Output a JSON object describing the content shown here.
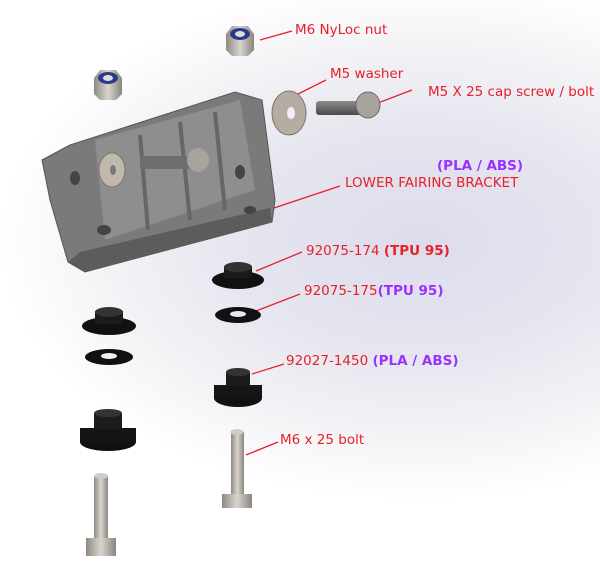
{
  "colors": {
    "label": "#e8202a",
    "material_purple": "#9b30ff",
    "material_red": "#e8202a"
  },
  "labels": {
    "nyloc_nut": "M6 NyLoc nut",
    "m5_washer": "M5 washer",
    "cap_screw": "M5 X 25 cap screw / bolt",
    "bracket_material": "(PLA / ABS)",
    "bracket": "LOWER FAIRING BRACKET",
    "part_174": {
      "name": "92075-174",
      "material": "(TPU 95)"
    },
    "part_175": {
      "name": "92075-175",
      "material": "(TPU 95)"
    },
    "part_1450": {
      "name": "92027-1450",
      "material": "(PLA / ABS)"
    },
    "m6_bolt": "M6 x 25 bolt"
  }
}
